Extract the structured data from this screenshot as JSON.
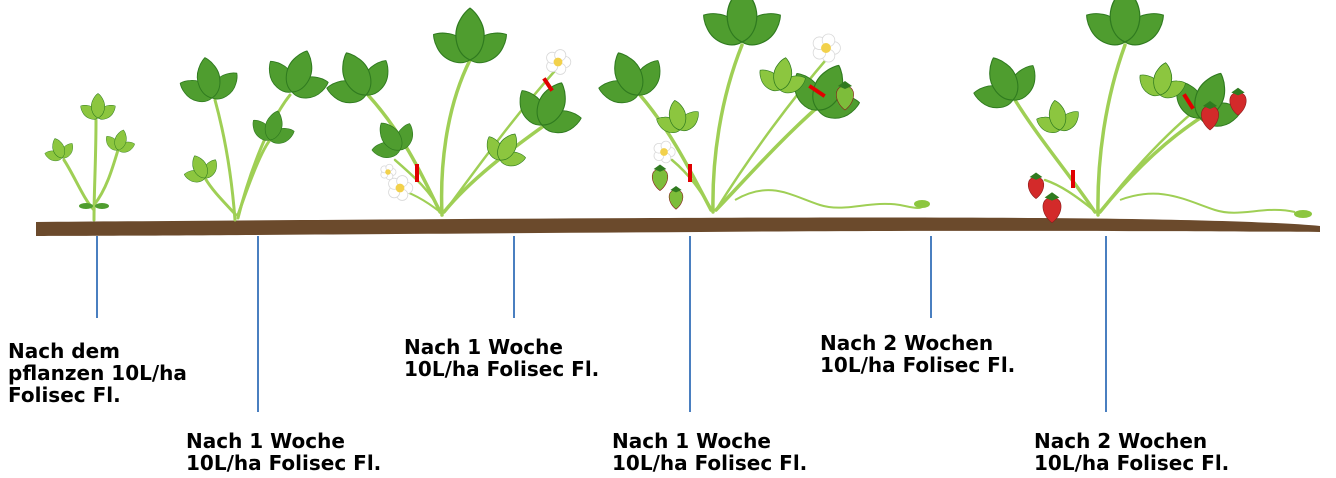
{
  "colors": {
    "soil": "#6b4a2c",
    "leaf": "#4f9d2f",
    "leaf_dark": "#2f7a1f",
    "leaf_light": "#8cc63f",
    "stem": "#9fcf55",
    "fruit": "#d32a2a",
    "marker": "#e00000",
    "connector": "#4a7fc0",
    "flower": "#ffffff",
    "flower_center": "#f2d14b",
    "label_text": "#000000"
  },
  "stages": [
    {
      "id": "seedling",
      "label_lines": [
        "Nach dem",
        "pflanzen 10L/ha",
        "Folisec Fl."
      ]
    },
    {
      "id": "young-plant",
      "label_lines": [
        "Nach 1 Woche",
        "10L/ha Folisec Fl."
      ]
    },
    {
      "id": "flowering-plant",
      "label_lines": [
        "Nach 1 Woche",
        "10L/ha Folisec Fl."
      ]
    },
    {
      "id": "green-fruit-plant",
      "label_lines": [
        "Nach 1 Woche",
        "10L/ha Folisec Fl."
      ]
    },
    {
      "id": "runners",
      "label_lines": [
        "Nach 2 Wochen",
        "10L/ha Folisec Fl."
      ]
    },
    {
      "id": "ripe-fruit-plant",
      "label_lines": [
        "Nach 2 Wochen",
        "10L/ha Folisec Fl."
      ]
    }
  ]
}
